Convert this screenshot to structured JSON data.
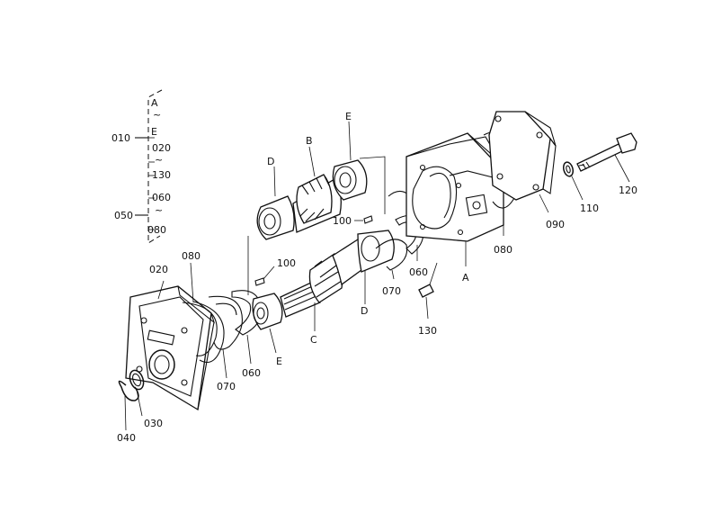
{
  "labels": {
    "l010": "010",
    "l050": "050",
    "grpA": "A",
    "grpE": "E",
    "grp020": "020",
    "grp130": "130",
    "grp060": "060",
    "grp080": "080",
    "tilde": "~",
    "p020": "020",
    "p080_left": "080",
    "p100_left": "100",
    "p100_right": "100",
    "pB": "B",
    "pE_top": "E",
    "pD_top": "D",
    "pC": "C",
    "pD_bottom": "D",
    "pE_bottom": "E",
    "p070_left": "070",
    "p060_left": "060",
    "p070_right": "070",
    "p060_right": "060",
    "pA": "A",
    "p080_right": "080",
    "p090": "090",
    "p110": "110",
    "p120": "120",
    "p130": "130",
    "p040": "040",
    "p030": "030"
  }
}
